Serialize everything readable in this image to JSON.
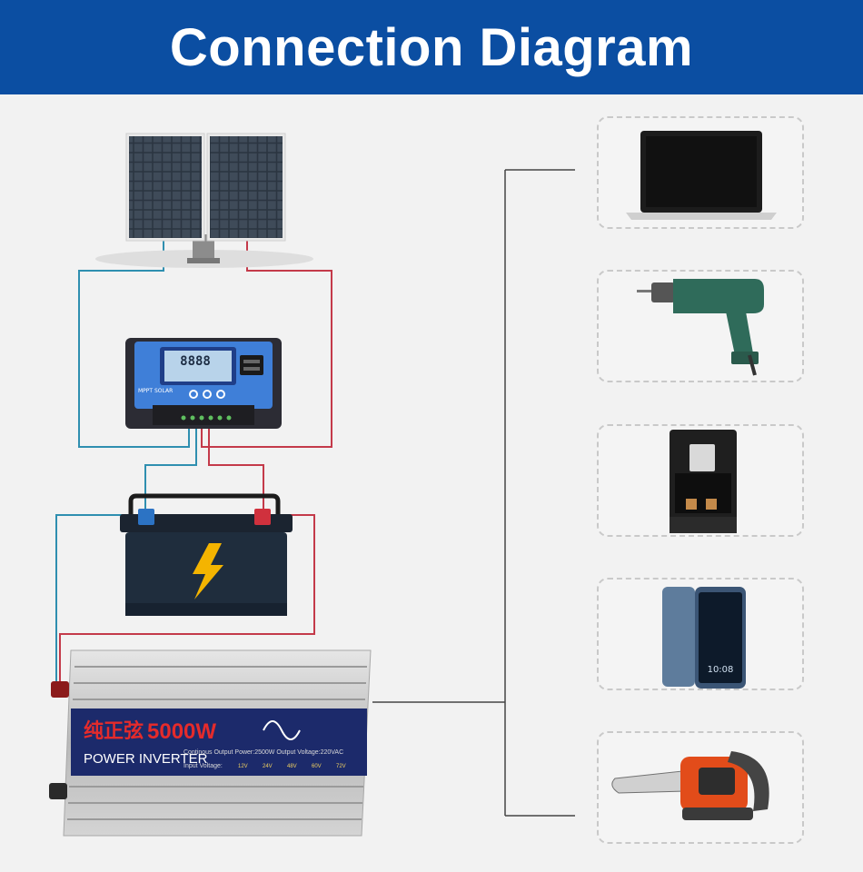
{
  "header": {
    "title": "Connection Diagram"
  },
  "colors": {
    "header_bg": "#0b4ea2",
    "positive_wire": "#c43a4a",
    "negative_wire": "#2f8fb0",
    "output_wire": "#444444"
  },
  "icons": {
    "solar_panel": "solar-panel-icon",
    "charge_controller": "charge-controller-icon",
    "battery": "battery-icon",
    "inverter": "power-inverter-icon",
    "laptop": "laptop-icon",
    "drill": "drill-icon",
    "coffee_machine": "coffee-machine-icon",
    "phone": "phone-icon",
    "chainsaw": "chainsaw-icon"
  },
  "controller": {
    "display": "8888",
    "brand": "MPPT SOLAR"
  },
  "inverter": {
    "chinese_title": "纯正弦",
    "power_rating": "5000W",
    "name": "POWER INVERTER",
    "spec_line": "Continous Output Power:2500W  Output Voltage:220VAC",
    "input_label": "Input Voltage:",
    "voltages": [
      "12V",
      "24V",
      "48V",
      "60V",
      "72V"
    ]
  },
  "phone": {
    "time": "10:08"
  }
}
